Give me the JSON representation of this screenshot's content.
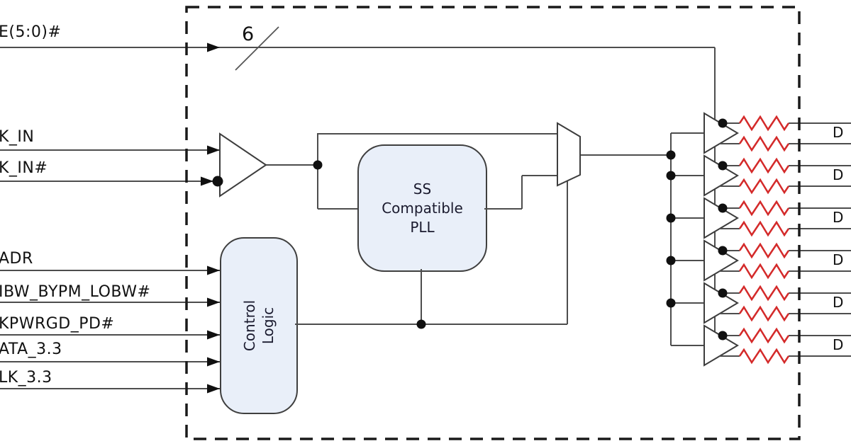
{
  "diagram": {
    "type": "block-diagram",
    "bus_width_label": "6",
    "inputs": [
      {
        "id": "oe-bus",
        "label": "E(5:0)#"
      },
      {
        "id": "clk-in",
        "label": "K_IN"
      },
      {
        "id": "clk-in-b",
        "label": "K_IN#"
      },
      {
        "id": "adr",
        "label": "ADR"
      },
      {
        "id": "hibw-bypm-lobw",
        "label": "IBW_BYPM_LOBW#"
      },
      {
        "id": "ckpwrgd-pd",
        "label": "KPWRGD_PD#"
      },
      {
        "id": "data-3v3",
        "label": "ATA_3.3"
      },
      {
        "id": "clk-3v3",
        "label": "LK_3.3"
      }
    ],
    "blocks": {
      "pll": {
        "label": "SS\nCompatible\nPLL"
      },
      "control_logic": {
        "label": "Control\nLogic"
      }
    },
    "outputs": [
      {
        "label": "D"
      },
      {
        "label": "D"
      },
      {
        "label": "D"
      },
      {
        "label": "D"
      },
      {
        "label": "D"
      },
      {
        "label": "D"
      }
    ],
    "colors": {
      "wire": "#4d4d4d",
      "resistor": "#d42a2a",
      "block_fill": "#e9eff9",
      "block_stroke": "#3f3f3f",
      "chip_border": "#1a1a1a",
      "text": "#111111"
    }
  }
}
